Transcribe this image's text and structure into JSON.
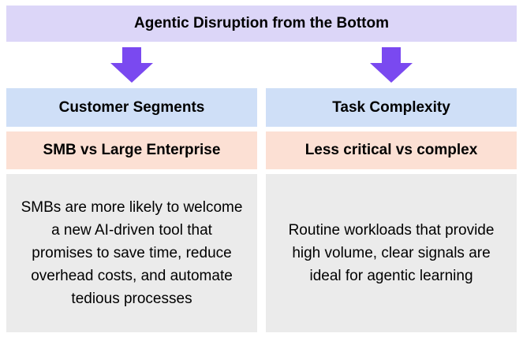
{
  "title": "Agentic Disruption from the Bottom",
  "colors": {
    "title_bg": "#dcd6f8",
    "header_bg": "#cfdff7",
    "subheader_bg": "#fce0d4",
    "body_bg": "#ebebeb",
    "arrow": "#7a49f0",
    "text": "#000000"
  },
  "icons": {
    "down_arrow": "block-down-arrow"
  },
  "columns": [
    {
      "header": "Customer Segments",
      "subheader": "SMB vs Large Enterprise",
      "body": "SMBs are more likely to welcome\na new AI-driven tool that\npromises to save time, reduce\noverhead costs, and automate\ntedious processes"
    },
    {
      "header": "Task Complexity",
      "subheader": "Less critical vs complex",
      "body": "Routine workloads that provide\nhigh volume, clear signals are\nideal for agentic learning"
    }
  ]
}
